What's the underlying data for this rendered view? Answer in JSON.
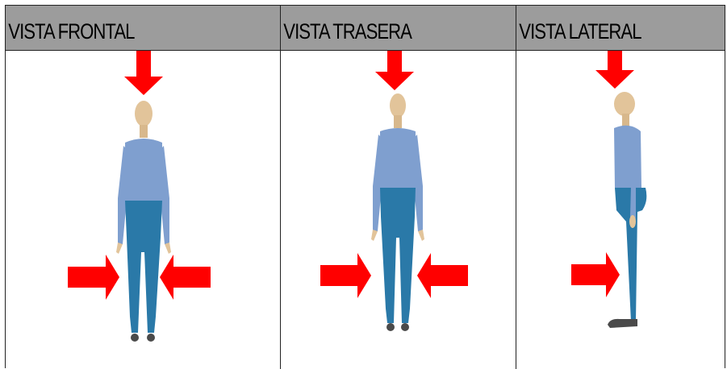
{
  "columns": [
    {
      "header": "VISTA FRONTAL",
      "view": "front"
    },
    {
      "header": "VISTA TRASERA",
      "view": "back"
    },
    {
      "header": "VISTA LATERAL",
      "view": "side"
    }
  ],
  "colors": {
    "header_bg": "#9c9c9c",
    "arrow": "#ff0000",
    "shirt": "#7f9fcf",
    "pants": "#2a79a8",
    "skin": "#e2c49a",
    "shoe": "#4a4a4a"
  },
  "icons": [
    "arrow-down-icon",
    "arrow-right-icon",
    "arrow-left-icon"
  ]
}
